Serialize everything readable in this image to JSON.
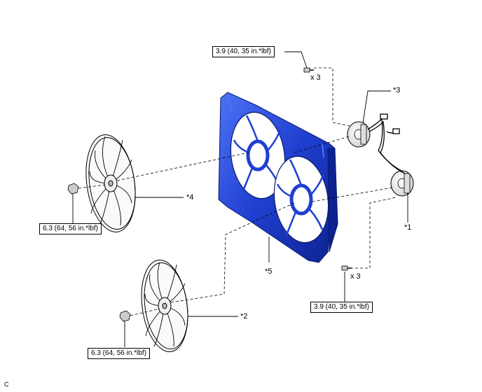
{
  "torque": {
    "top": "3.9 (40, 35 in.*lbf)",
    "right": "3.9 (40, 35 in.*lbf)",
    "left_nut": "6.3 (64, 56 in.*lbf)",
    "bottom_nut": "6.3 (64, 56 in.*lbf)"
  },
  "quantities": {
    "top": "x 3",
    "right": "x 3"
  },
  "callouts": {
    "c1": "*1",
    "c2": "*2",
    "c3": "*3",
    "c4": "*4",
    "c5": "*5"
  },
  "corner_code": "C",
  "colors": {
    "shroud": "#1f3fd0",
    "shroud_dark": "#0d2290",
    "shroud_light": "#4d73f5",
    "line": "#000000"
  }
}
